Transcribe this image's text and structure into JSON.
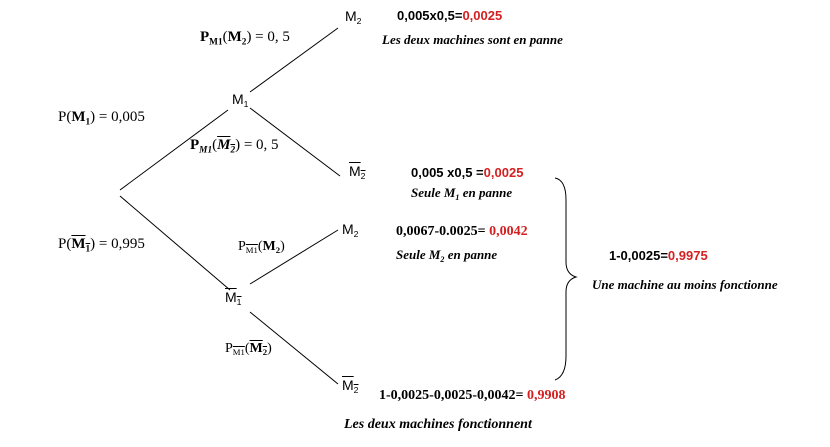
{
  "nodes": {
    "m1": "M",
    "m1_sub": "1",
    "m1bar": "M",
    "m1bar_sub": "1",
    "m2_top": "M",
    "m2_top_sub": "2",
    "m2bar_top": "M",
    "m2bar_top_sub": "2",
    "m2_bottom": "M",
    "m2_bottom_sub": "2",
    "m2bar_bottom": "M",
    "m2bar_bottom_sub": "2"
  },
  "branches": {
    "p_m1": {
      "p": "P(",
      "m": "M",
      "sub": "1",
      "close": ") = 0,005"
    },
    "p_m1bar": {
      "p": "P(",
      "m": "M",
      "sub": "1",
      "close": ") = 0,995"
    },
    "p_m1_m2": {
      "p": "P",
      "psub": "M1",
      "open": "(",
      "m": "M",
      "sub": "2",
      "close": ") = 0, 5"
    },
    "p_m1_m2bar": {
      "p": "P",
      "psub": "M1",
      "open": "(",
      "m": "M",
      "sub": "2",
      "close": ") = 0, 5"
    },
    "p_m1bar_m2": {
      "p": "P",
      "psub": "M1",
      "open": "(",
      "m": "M",
      "sub": "2",
      "close": ")"
    },
    "p_m1bar_m2bar": {
      "p": "P",
      "psub": "M1",
      "open": "(",
      "m": "M",
      "sub": "2",
      "close": ")"
    }
  },
  "results": {
    "r1_calc": "0,005x0,5=",
    "r1_val": "0,0025",
    "r1_caption": "Les deux machines sont en panne",
    "r2_calc": "0,005 x0,5 =",
    "r2_val": "0,0025",
    "r2_caption_pre": "Seule M",
    "r2_caption_sub": "1",
    "r2_caption_post": " en panne",
    "r3_calc": "0,0067-0.0025= ",
    "r3_val": "0,0042",
    "r3_caption_pre": "Seule M",
    "r3_caption_sub": "2",
    "r3_caption_post": " en panne",
    "r4_calc": "1-0,0025-0,0025-0,0042= ",
    "r4_val": "0,9908",
    "r4_caption": "Les deux machines fonctionnent",
    "brace_calc": "1-0,0025=",
    "brace_val": "0,9975",
    "brace_caption": "Une machine au moins fonctionne"
  },
  "colors": {
    "highlight": "#d42020",
    "line": "#000000"
  }
}
